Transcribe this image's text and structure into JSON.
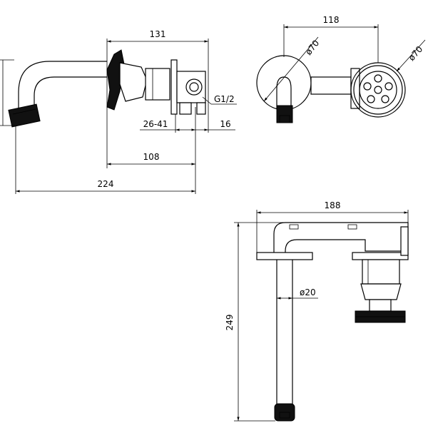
{
  "side_view": {
    "dim_total_width": "131",
    "dim_body_length": "108",
    "dim_overall_projection": "224",
    "dim_wall_range": "26-41",
    "dim_plate_depth": "16",
    "dim_thread": "G1/2"
  },
  "top_view": {
    "dim_center_distance": "118",
    "dim_spout_rosette": "ø70",
    "dim_handle_rosette": "ø70"
  },
  "bottom_view": {
    "dim_total_length": "188",
    "dim_spout_diameter": "ø20",
    "dim_height": "249"
  }
}
